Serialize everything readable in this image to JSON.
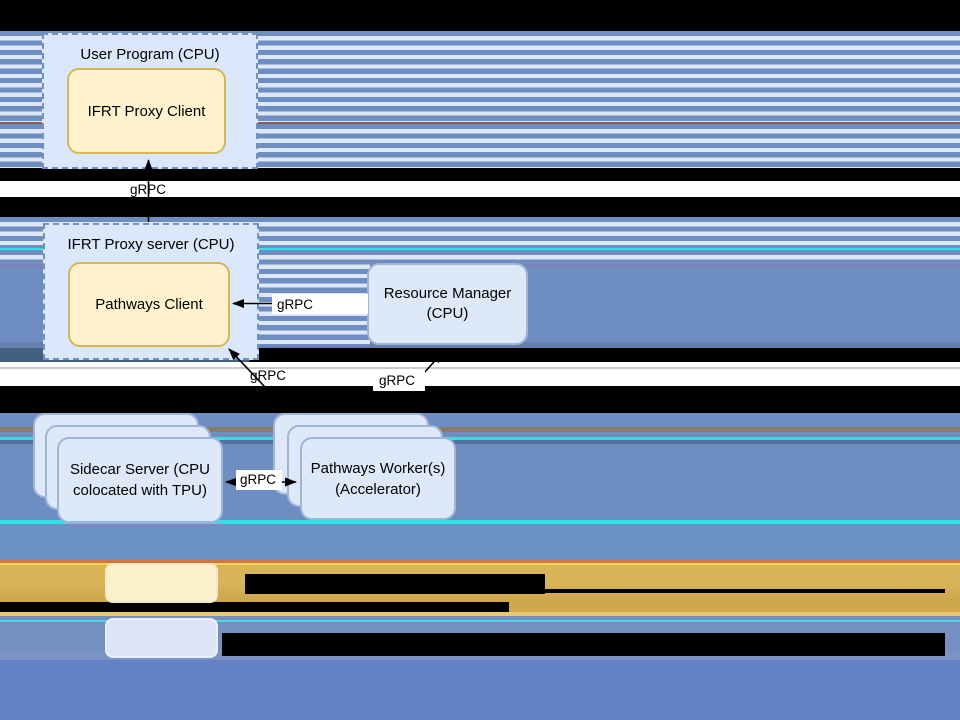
{
  "diagram": {
    "nodes": {
      "user_program": {
        "title": "User Program (CPU)"
      },
      "ifrt_proxy_client": {
        "label": "IFRT Proxy Client"
      },
      "ifrt_proxy_server": {
        "title": "IFRT Proxy server (CPU)"
      },
      "pathways_client": {
        "label": "Pathways Client"
      },
      "resource_manager": {
        "line1": "Resource Manager",
        "line2": "(CPU)"
      },
      "sidecar_server": {
        "line1": "Sidecar Server (CPU",
        "line2": "colocated with TPU)"
      },
      "pathways_workers": {
        "line1": "Pathways Worker(s)",
        "line2": "(Accelerator)"
      }
    },
    "edges": {
      "server_to_client": {
        "label": "gRPC"
      },
      "client_rm": {
        "label": "gRPC"
      },
      "workers_to_client": {
        "label": "gRPC"
      },
      "workers_to_rm": {
        "label": "gRPC"
      },
      "sidecar_workers": {
        "label": "gRPC"
      }
    },
    "colors": {
      "container-fill": "#dbe8fb",
      "container-border": "#7090c0",
      "process-fill": "#fff2cc",
      "process-border": "#d6b656",
      "component-fill": "#dde8f8",
      "component-border": "#9fb5d8",
      "stripe-blue": "#6e8dc0",
      "stripe-light": "#dde7f5",
      "gold-band": "#d4ad52",
      "legend-yellow-fill": "#faf0cc",
      "legend-blue-fill": "#dce5f6",
      "edge-color": "#000000"
    }
  },
  "legend": {
    "yellow_swatch_color": "#faf0cc",
    "blue_swatch_color": "#dce5f6"
  }
}
